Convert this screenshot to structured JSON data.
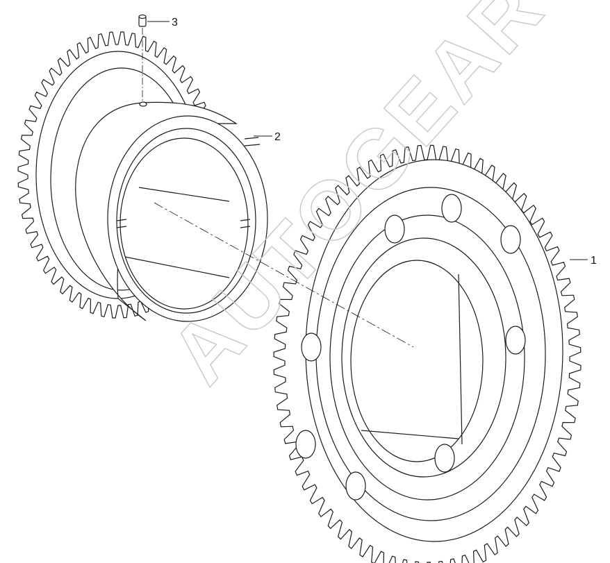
{
  "diagram": {
    "callouts": {
      "part_1": "1",
      "part_2": "2",
      "part_3": "3"
    },
    "watermark": "AUTOGEAR",
    "colors": {
      "line": "#1a1a1a",
      "watermark": "#c8c8c8",
      "background": "#ffffff"
    }
  }
}
